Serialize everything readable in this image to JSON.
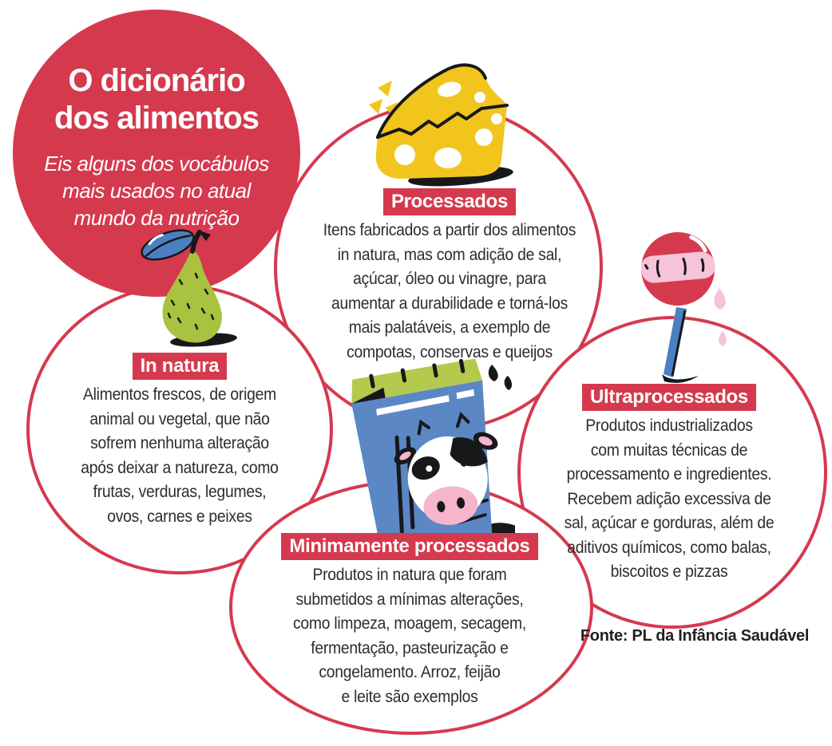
{
  "header": {
    "title": "O dicionário\ndos alimentos",
    "subtitle": "Eis alguns dos vocábulos\nmais usados no atual\nmundo da nutrição"
  },
  "sections": {
    "processados": {
      "label": "Processados",
      "body": "Itens fabricados a partir dos alimentos\nin natura, mas com adição de sal,\naçúcar, óleo ou vinagre, para\naumentar a durabilidade e torná-los\nmais palatáveis, a exemplo de\ncompotas, conservas e queijos",
      "icon": "cheese-icon"
    },
    "in_natura": {
      "label": "In natura",
      "body": "Alimentos frescos, de origem\nanimal ou vegetal, que não\nsofrem nenhuma alteração\napós deixar a natureza, como\nfrutas, verduras, legumes,\novos, carnes e peixes",
      "icon": "pear-icon"
    },
    "minimamente": {
      "label": "Minimamente processados",
      "body": "Produtos in natura que foram\nsubmetidos a mínimas alterações,\ncomo limpeza, moagem, secagem,\nfermentação, pasteurização e\ncongelamento. Arroz, feijão\ne leite são exemplos",
      "icon": "milk-carton-icon"
    },
    "ultraprocessados": {
      "label": "Ultraprocessados",
      "body": "Produtos industrializados\ncom muitas técnicas de\nprocessamento e ingredientes.\nRecebem adição excessiva de\nsal, açúcar e gorduras, além de\naditivos químicos, como balas,\nbiscoitos e pizzas",
      "icon": "lollipop-icon"
    }
  },
  "footer": {
    "source": "Fonte: PL da Infância Saudável"
  },
  "colors": {
    "accent_red": "#d5394e",
    "text_dark": "#2e2d2c",
    "band_text": "#ffffff",
    "cheese_yellow": "#f1c51c",
    "pear_green": "#a9c23f",
    "leaf_blue": "#4a80c2",
    "carton_blue": "#5b87c5",
    "carton_green": "#b5c94f",
    "cow_pink": "#f5b5cd",
    "candy_pink": "#f6c3d8",
    "ink_black": "#17181a"
  }
}
